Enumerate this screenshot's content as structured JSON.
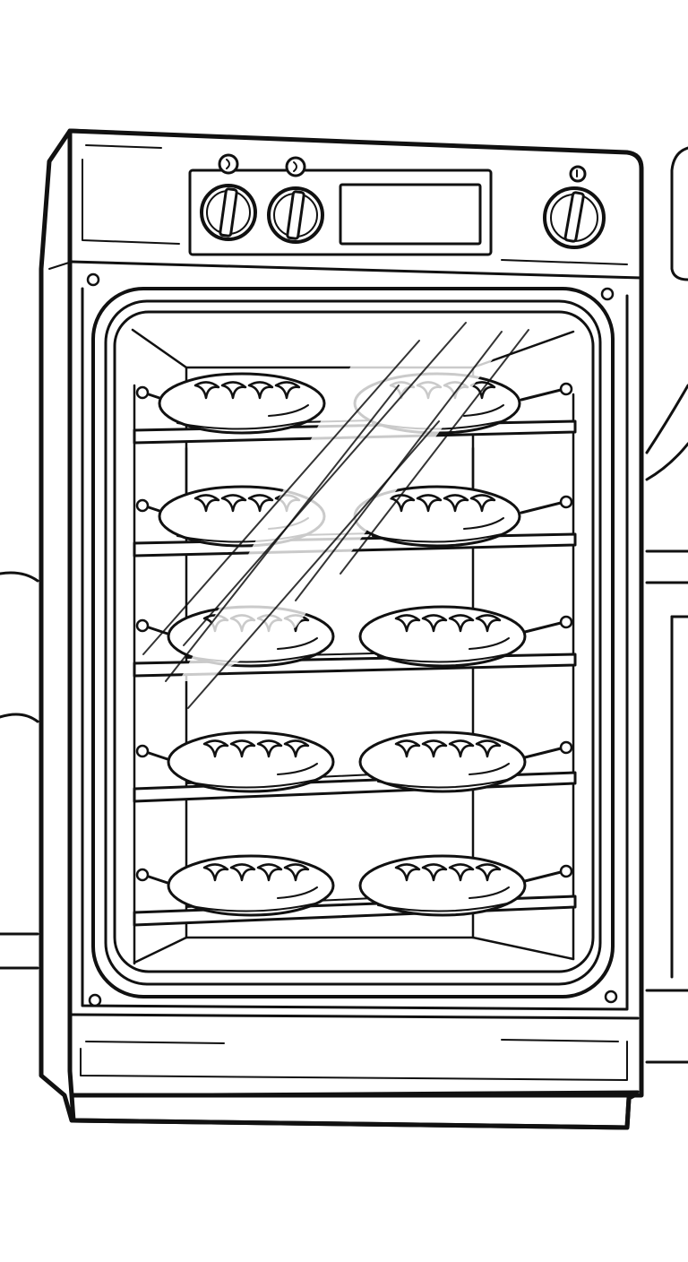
{
  "scene": {
    "subject": "oven",
    "style": "line-art",
    "background_color": "#ffffff",
    "ink_color": "#111111",
    "rack_count": 5,
    "loaves_per_rack": 2,
    "control_panel": {
      "knob_count": 3,
      "display": "blank",
      "indicator_light_count": 3
    }
  }
}
